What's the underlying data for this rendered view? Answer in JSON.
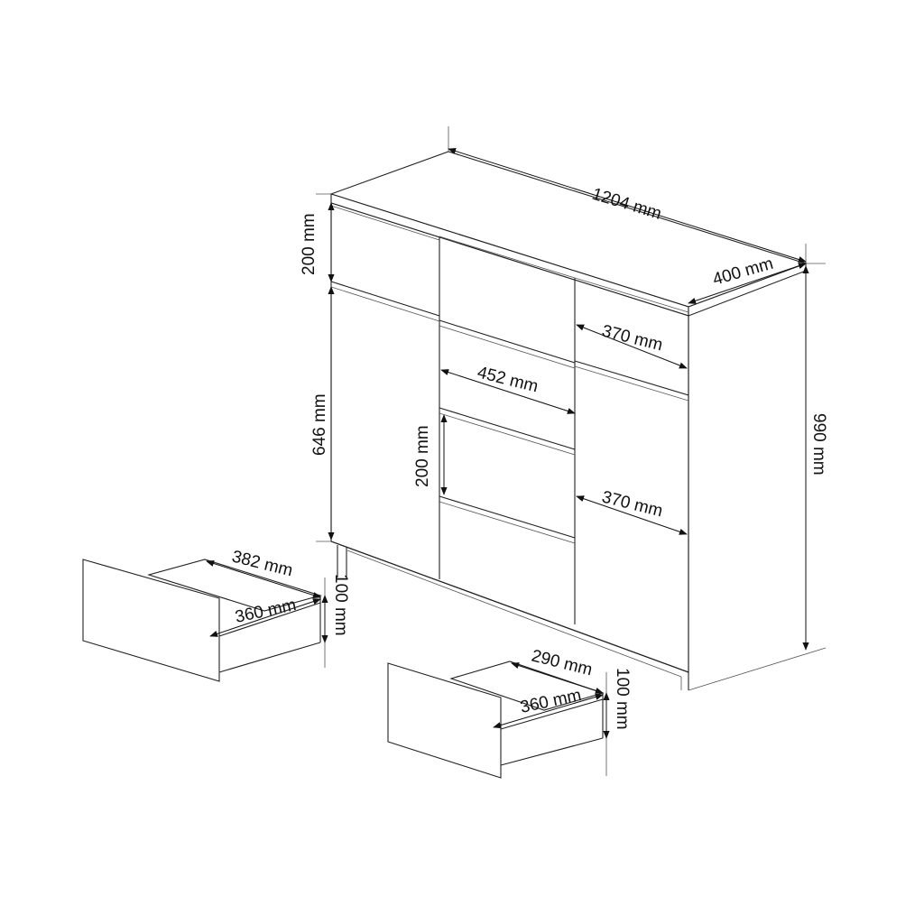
{
  "title": "Sideboard dimensions diagram",
  "dimensions": {
    "width": "1204 mm",
    "depth": "400 mm",
    "height": "990 mm",
    "top_drawer_height": "200 mm",
    "door_height": "646 mm",
    "middle_width": "452 mm",
    "right_top_width": "370 mm",
    "right_door_width": "370 mm",
    "middle_drawer_height": "200 mm"
  },
  "drawer_left": {
    "width": "382 mm",
    "depth": "360 mm",
    "height": "100 mm"
  },
  "drawer_right": {
    "width": "290 mm",
    "depth": "360 mm",
    "height": "100 mm"
  },
  "colors": {
    "line": "#222222",
    "background": "#ffffff"
  }
}
